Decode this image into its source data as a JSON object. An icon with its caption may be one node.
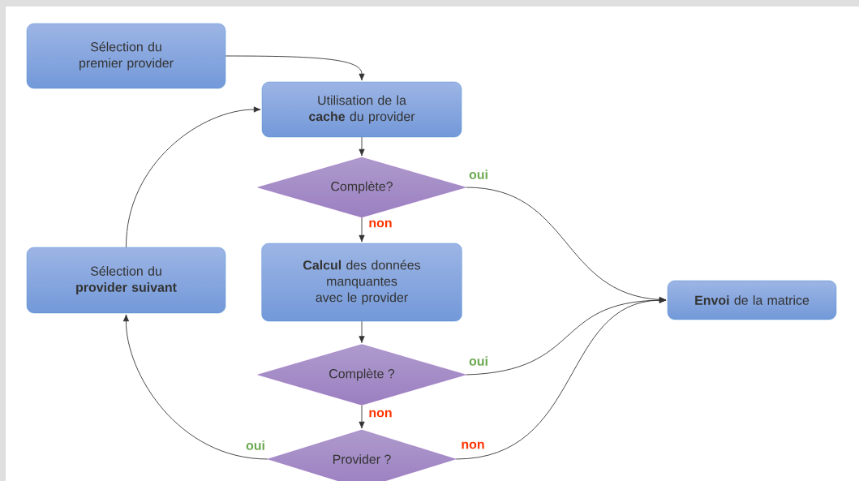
{
  "diagram": {
    "nodes": [
      {
        "text": [
          "Sélection du premier provider"
        ]
      },
      {
        "text": [
          "Utilisation de la **cache** du provider"
        ]
      },
      {
        "text": [
          "Complète?"
        ]
      },
      {
        "text": [
          "**Calcul** des données manquantes avec le provider"
        ]
      },
      {
        "text": [
          "Complète ?"
        ]
      },
      {
        "text": [
          "Provider ?"
        ]
      },
      {
        "text": [
          "Sélection du **provider suivant**"
        ]
      },
      {
        "text": [
          "**Envoi** de la matrice"
        ]
      }
    ],
    "edges": [
      {
        "from": 0,
        "to": 1,
        "arrow": "to"
      },
      {
        "from": 1,
        "to": 2,
        "arrow": "to"
      },
      {
        "from": 2,
        "to": 7,
        "arrow": "to",
        "label": "oui"
      },
      {
        "from": 2,
        "to": 3,
        "arrow": "to",
        "label": "non"
      },
      {
        "from": 3,
        "to": 4,
        "arrow": "to"
      },
      {
        "from": 4,
        "to": 7,
        "arrow": "to",
        "label": "oui"
      },
      {
        "from": 4,
        "to": 5,
        "arrow": "to",
        "label": "non"
      },
      {
        "from": 5,
        "to": 7,
        "arrow": "to",
        "label": "non"
      },
      {
        "from": 5,
        "to": 6,
        "arrow": "to",
        "label": "oui"
      },
      {
        "from": 6,
        "to": 1,
        "arrow": "to"
      }
    ]
  }
}
